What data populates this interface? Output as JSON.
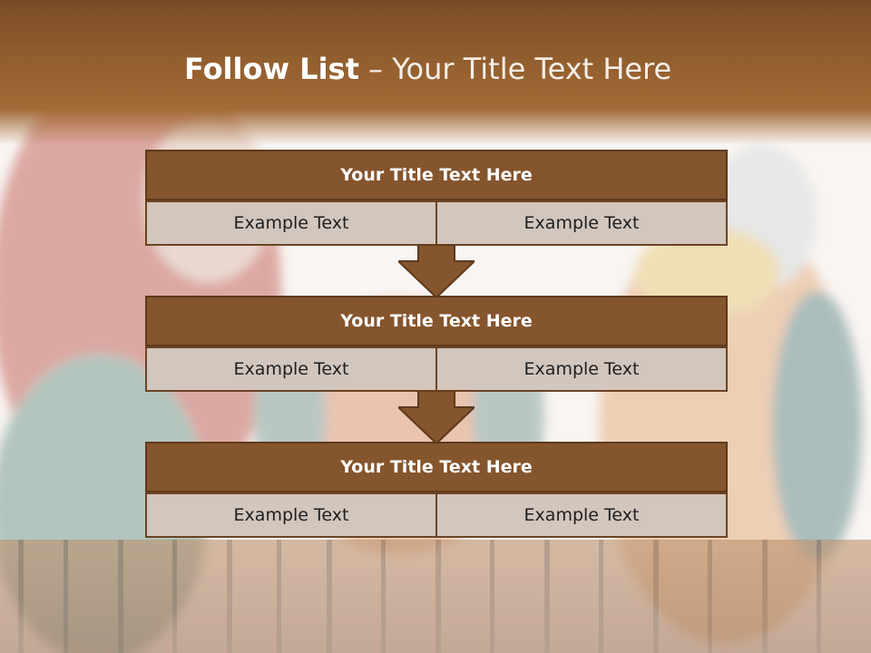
{
  "slide": {
    "title_lead": "Follow List",
    "title_rest": "– Your Title Text Here",
    "colors": {
      "header": "#8c5b2f",
      "block_header": "#85552d",
      "block_cell": "#d2c6bd",
      "arrow": "#85552d"
    }
  },
  "blocks": [
    {
      "title": "Your Title Text Here",
      "left": "Example Text",
      "right": "Example Text"
    },
    {
      "title": "Your Title Text Here",
      "left": "Example Text",
      "right": "Example Text"
    },
    {
      "title": "Your Title Text Here",
      "left": "Example Text",
      "right": "Example Text"
    }
  ]
}
